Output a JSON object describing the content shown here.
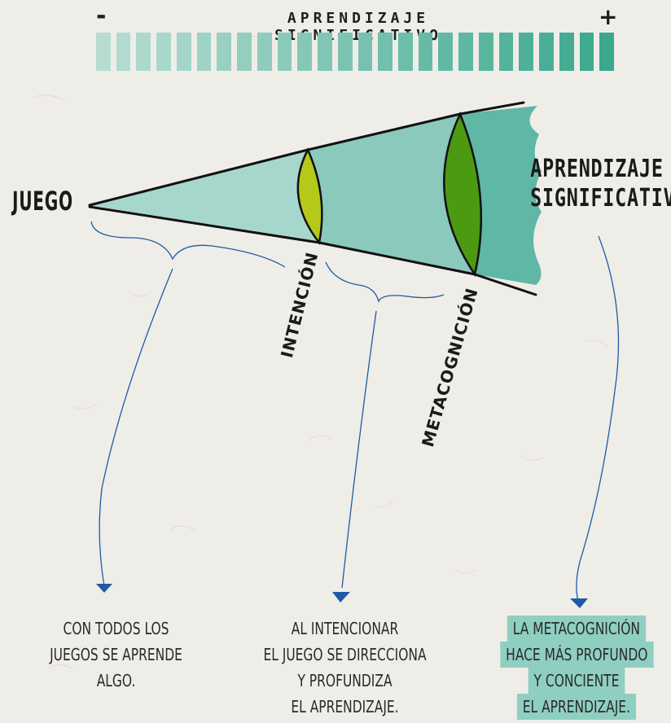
{
  "scale": {
    "title": "APRENDIZAJE SIGNIFICATIVO",
    "minus": "-",
    "plus": "+",
    "segment_count": 26,
    "colors": {
      "start": "#b7ddd3",
      "end": "#3aa88d"
    }
  },
  "diagram": {
    "start_label": "JUEGO",
    "end_label_line1": "APRENDIZAJE",
    "end_label_line2": "SIGNIFICATIVO",
    "stage_1": "INTENCIÓN",
    "stage_2": "METACOGNICIÓN",
    "colors": {
      "cone_light": "#a7d6cc",
      "cone_mid": "#8ac9bc",
      "cone_dark": "#5fb7a5",
      "lens_small": "#b5c91a",
      "lens_large": "#4b9a12",
      "outline": "#111111",
      "arrow": "#1f5aa8"
    }
  },
  "notes": {
    "note_1": [
      "CON TODOS LOS",
      "JUEGOS SE APRENDE",
      "ALGO."
    ],
    "note_2": [
      "AL INTENCIONAR",
      "EL JUEGO SE DIRECCIONA",
      "Y PROFUNDIZA",
      "EL APRENDIZAJE."
    ],
    "note_3": [
      "LA METACOGNICIÓN",
      "HACE MÁS PROFUNDO",
      "Y CONCIENTE",
      "EL APRENDIZAJE."
    ]
  }
}
